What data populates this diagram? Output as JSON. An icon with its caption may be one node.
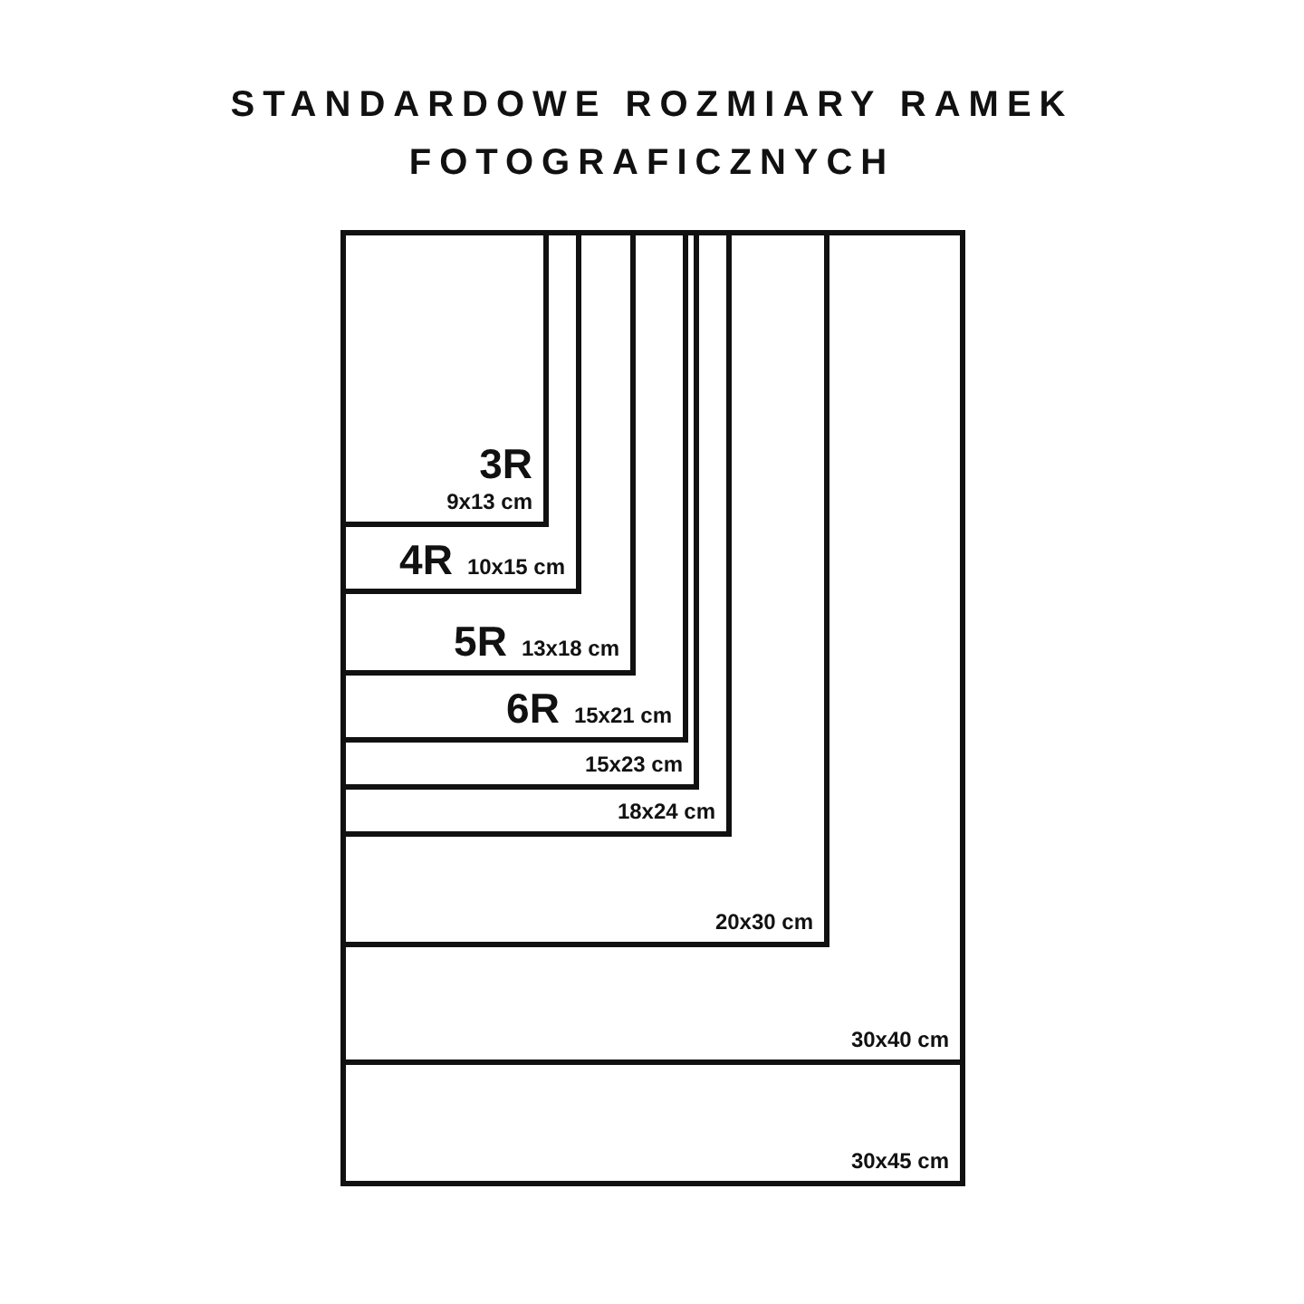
{
  "diagram": {
    "title": "STANDARDOWE ROZMIARY RAMEK FOTOGRAFICZNYCH",
    "nodes": [
      {
        "text": [
          "30x45 cm"
        ]
      },
      {
        "text": [
          "30x40 cm"
        ],
        "in": 0
      },
      {
        "text": [
          "20x30 cm"
        ],
        "in": 1
      },
      {
        "text": [
          "18x24 cm"
        ],
        "in": 2
      },
      {
        "text": [
          "15x23 cm"
        ],
        "in": 3
      },
      {
        "text": [
          "6R",
          "15x21 cm"
        ],
        "in": 4
      },
      {
        "text": [
          "5R",
          "13x18 cm"
        ],
        "in": 5
      },
      {
        "text": [
          "4R",
          "10x15 cm"
        ],
        "in": 6
      },
      {
        "text": [
          "3R",
          "9x13 cm"
        ],
        "in": 7
      }
    ]
  }
}
